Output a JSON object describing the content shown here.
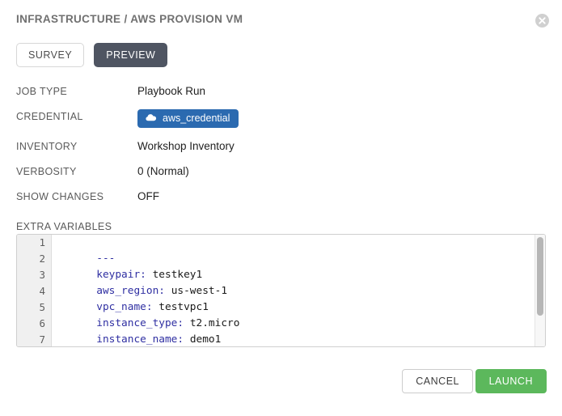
{
  "header": {
    "title": "INFRASTRUCTURE / AWS PROVISION VM",
    "close_icon": "close-icon"
  },
  "tabs": [
    {
      "label": "SURVEY",
      "active": false
    },
    {
      "label": "PREVIEW",
      "active": true
    }
  ],
  "details": [
    {
      "label": "JOB TYPE",
      "value": "Playbook Run"
    },
    {
      "label": "CREDENTIAL",
      "value": "aws_credential",
      "icon": "cloud-icon",
      "badge": true
    },
    {
      "label": "INVENTORY",
      "value": "Workshop Inventory"
    },
    {
      "label": "VERBOSITY",
      "value": "0 (Normal)"
    },
    {
      "label": "SHOW CHANGES",
      "value": "OFF"
    }
  ],
  "extra_variables": {
    "label": "EXTRA VARIABLES",
    "lines": [
      {
        "num": "1",
        "doc": "---",
        "key": "",
        "value": ""
      },
      {
        "num": "2",
        "doc": "",
        "key": "keypair:",
        "value": " testkey1"
      },
      {
        "num": "3",
        "doc": "",
        "key": "aws_region:",
        "value": " us-west-1"
      },
      {
        "num": "4",
        "doc": "",
        "key": "vpc_name:",
        "value": " testvpc1"
      },
      {
        "num": "5",
        "doc": "",
        "key": "instance_type:",
        "value": " t2.micro"
      },
      {
        "num": "6",
        "doc": "",
        "key": "instance_name:",
        "value": " demo1"
      },
      {
        "num": "7",
        "doc": "",
        "key": "",
        "value": ""
      }
    ]
  },
  "footer": {
    "cancel_label": "CANCEL",
    "launch_label": "LAUNCH"
  },
  "colors": {
    "accent_blue": "#2b6ab0",
    "launch_green": "#5cb85c",
    "tab_active": "#4f5562",
    "code_key": "#2f2fa2"
  }
}
